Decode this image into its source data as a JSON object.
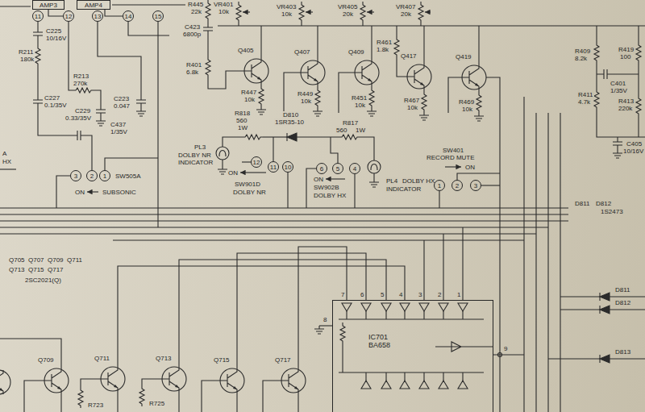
{
  "diagram": {
    "nodes": [
      {
        "text": [
          "AMP3"
        ]
      },
      {
        "text": [
          "AMP4"
        ]
      },
      {
        "text": [
          "11"
        ]
      },
      {
        "text": [
          "12"
        ]
      },
      {
        "text": [
          "13"
        ]
      },
      {
        "text": [
          "14"
        ]
      },
      {
        "text": [
          "15"
        ]
      },
      {
        "text": [
          "3"
        ]
      },
      {
        "text": [
          "2"
        ]
      },
      {
        "text": [
          "1"
        ]
      },
      {
        "text": [
          "12"
        ]
      },
      {
        "text": [
          "11"
        ]
      },
      {
        "text": [
          "10"
        ]
      },
      {
        "text": [
          "6"
        ]
      },
      {
        "text": [
          "5"
        ]
      },
      {
        "text": [
          "4"
        ]
      },
      {
        "text": [
          "1"
        ]
      },
      {
        "text": [
          "2"
        ]
      },
      {
        "text": [
          "3"
        ]
      },
      {
        "text": [
          "IC701",
          "BA658"
        ]
      }
    ],
    "edges": [
      {
        "from": 0,
        "to": 3,
        "arrow": "none"
      },
      {
        "from": 1,
        "to": 5,
        "arrow": "none"
      }
    ],
    "labels": [
      "C225",
      "10/16V",
      "R211",
      "180k",
      "R213",
      "270k",
      "C227",
      "0.1/35V",
      "C229",
      "0.33/35V",
      "C223",
      "0.047",
      "C437",
      "1/35V",
      "SW505A",
      "ON",
      "SUBSONIC",
      "A",
      "HX",
      "R445",
      "22k",
      "VR401",
      "10k",
      "C423",
      "6800p",
      "VR403",
      "10k",
      "VR405",
      "20k",
      "VR407",
      "20k",
      "R461",
      "1.8k",
      "R401",
      "6.8k",
      "Q405",
      "Q407",
      "Q409",
      "Q417",
      "Q419",
      "R447",
      "10k",
      "R449",
      "10k",
      "R451",
      "10k",
      "R467",
      "10k",
      "R469",
      "10k",
      "R409",
      "8.2k",
      "R419",
      "100",
      "C401",
      "1/35V",
      "R411",
      "4.7k",
      "R413",
      "220k",
      "C405",
      "10/16V",
      "R818",
      "560",
      "1W",
      "D810",
      "1SR35-10",
      "R817",
      "560",
      "1W",
      "PL3",
      "DOLBY NR",
      "INDICATOR",
      "ON",
      "SW901D",
      "DOLBY NR",
      "ON",
      "SW902B",
      "DOLBY HX",
      "PL4",
      "DOLBY HX",
      "INDICATOR",
      "SW401",
      "RECORD MUTE",
      "ON",
      "D811",
      "D812",
      "1S2473",
      "Q705",
      "Q707",
      "Q709",
      "Q711",
      "Q713",
      "Q715",
      "Q717",
      "2SC2021(Q)",
      "D811",
      "D812",
      "D813",
      "7",
      "6",
      "5",
      "4",
      "3",
      "2",
      "1",
      "8",
      "9",
      "Q709",
      "Q711",
      "Q713",
      "Q715",
      "Q717",
      "R723",
      "R725"
    ]
  }
}
